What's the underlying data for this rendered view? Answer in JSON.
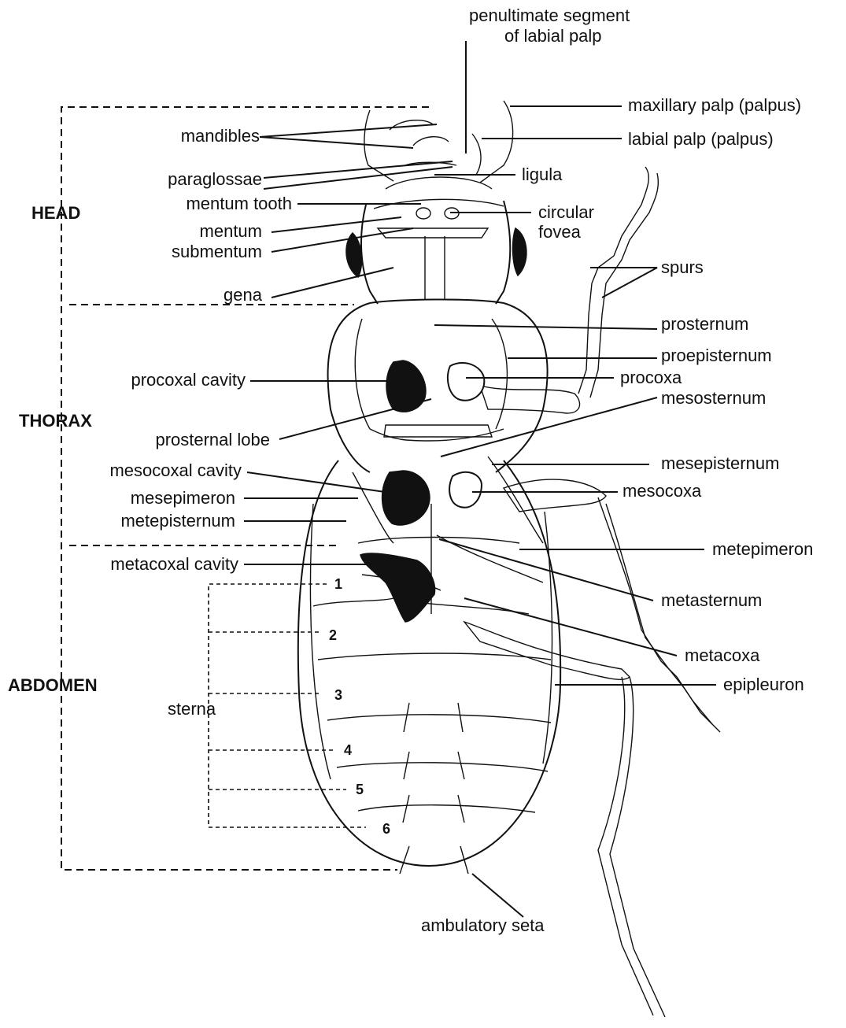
{
  "sections": {
    "head": "HEAD",
    "thorax": "THORAX",
    "abdomen": "ABDOMEN"
  },
  "labels": {
    "penultimate": "penultimate segment",
    "penultimate2": "of labial palp",
    "maxillary_palp": "maxillary palp (palpus)",
    "labial_palp": "labial palp (palpus)",
    "mandibles": "mandibles",
    "paraglossae": "paraglossae",
    "ligula": "ligula",
    "mentum_tooth": "mentum tooth",
    "circular": "circular",
    "fovea": "fovea",
    "mentum": "mentum",
    "submentum": "submentum",
    "spurs": "spurs",
    "gena": "gena",
    "prosternum": "prosternum",
    "proepisternum": "proepisternum",
    "procoxal_cavity": "procoxal cavity",
    "procoxa": "procoxa",
    "mesosternum": "mesosternum",
    "prosternal_lobe": "prosternal lobe",
    "mesepisternum": "mesepisternum",
    "mesocoxal_cavity": "mesocoxal cavity",
    "mesocoxa": "mesocoxa",
    "mesepimeron": "mesepimeron",
    "metepisternum": "metepisternum",
    "metepimeron": "metepimeron",
    "metacoxal_cavity": "metacoxal cavity",
    "metasternum": "metasternum",
    "metacoxa": "metacoxa",
    "epipleuron": "epipleuron",
    "sterna": "sterna",
    "ambulatory_seta": "ambulatory seta"
  },
  "sterna_numbers": [
    "1",
    "2",
    "3",
    "4",
    "5",
    "6"
  ]
}
